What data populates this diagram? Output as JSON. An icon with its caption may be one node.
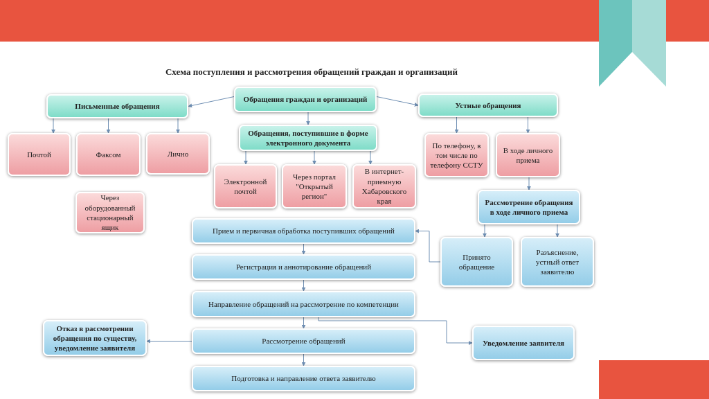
{
  "diagram": {
    "title": "Схема поступления и рассмотрения обращений граждан и организаций",
    "nodes": [
      {
        "text": [
          "Обращения граждан и организаций"
        ]
      },
      {
        "text": [
          "Письменные обращения"
        ]
      },
      {
        "text": [
          "Устные обращения"
        ]
      },
      {
        "text": [
          "Почтой"
        ]
      },
      {
        "text": [
          "Факсом"
        ]
      },
      {
        "text": [
          "Лично"
        ]
      },
      {
        "text": [
          "Обращения, поступившие в форме электронного документа"
        ]
      },
      {
        "text": [
          "Через оборудованный стационарный ящик"
        ]
      },
      {
        "text": [
          "Электронной почтой"
        ]
      },
      {
        "text": [
          "Через портал \"Открытый регион\""
        ]
      },
      {
        "text": [
          "В интернет-приемную Хабаровского края"
        ]
      },
      {
        "text": [
          "По телефону, в том числе по телефону ССТУ"
        ]
      },
      {
        "text": [
          "В ходе личного приема"
        ]
      },
      {
        "text": [
          "Рассмотрение обращения в ходе личного приема"
        ]
      },
      {
        "text": [
          "Принято обращение"
        ]
      },
      {
        "text": [
          "Разъяснение, устный ответ заявителю"
        ]
      },
      {
        "text": [
          "Прием и первичная обработка поступивших обращений"
        ]
      },
      {
        "text": [
          "Регистрация и аннотирование обращений"
        ]
      },
      {
        "text": [
          "Направление обращений на рассмотрение по компетенции"
        ]
      },
      {
        "text": [
          "Отказ в рассмотрении обращения по существу, уведомление заявителя"
        ]
      },
      {
        "text": [
          "Рассмотрение обращений"
        ]
      },
      {
        "text": [
          "Уведомление заявителя"
        ]
      },
      {
        "text": [
          "Подготовка и направление ответа заявителю"
        ]
      }
    ],
    "edges": [
      {
        "from": 0,
        "to": 1,
        "arrow": "to"
      },
      {
        "from": 0,
        "to": 2,
        "arrow": "to"
      },
      {
        "from": 0,
        "to": 6,
        "arrow": "to"
      },
      {
        "from": 1,
        "to": 3,
        "arrow": "to"
      },
      {
        "from": 1,
        "to": 4,
        "arrow": "to"
      },
      {
        "from": 1,
        "to": 5,
        "arrow": "to"
      },
      {
        "from": 6,
        "to": 8,
        "arrow": "to"
      },
      {
        "from": 6,
        "to": 9,
        "arrow": "to"
      },
      {
        "from": 6,
        "to": 10,
        "arrow": "to"
      },
      {
        "from": 2,
        "to": 11,
        "arrow": "to"
      },
      {
        "from": 2,
        "to": 12,
        "arrow": "to"
      },
      {
        "from": 12,
        "to": 13,
        "arrow": "to"
      },
      {
        "from": 13,
        "to": 14,
        "arrow": "to"
      },
      {
        "from": 13,
        "to": 15,
        "arrow": "to"
      },
      {
        "from": 14,
        "to": 16,
        "arrow": "to"
      },
      {
        "from": 16,
        "to": 17,
        "arrow": "to"
      },
      {
        "from": 17,
        "to": 18,
        "arrow": "to"
      },
      {
        "from": 18,
        "to": 20,
        "arrow": "to"
      },
      {
        "from": 20,
        "to": 22,
        "arrow": "to"
      },
      {
        "from": 20,
        "to": 19,
        "arrow": "to"
      },
      {
        "from": 18,
        "to": 21,
        "arrow": "to"
      }
    ]
  }
}
